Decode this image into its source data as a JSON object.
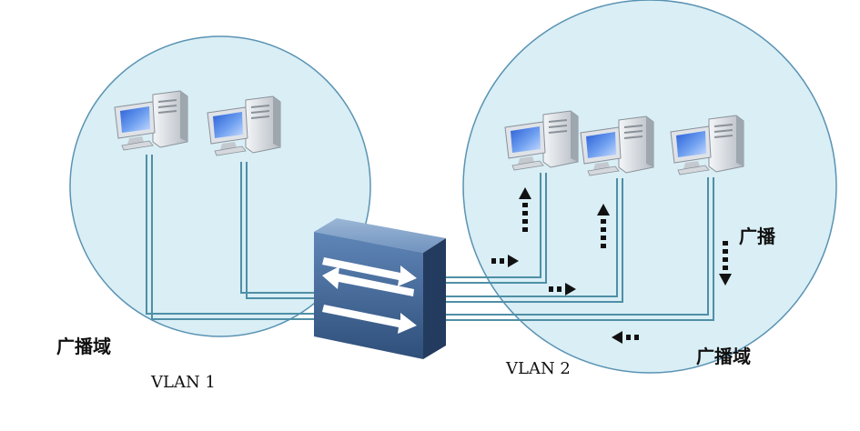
{
  "diagram": {
    "labels": {
      "broadcast_domain_left": "广播域",
      "broadcast_domain_right": "广播域",
      "broadcast": "广播",
      "vlan1": "VLAN 1",
      "vlan2": "VLAN 2"
    },
    "icons": {
      "computer": "desktop-computer-icon",
      "switch": "layer2-switch-icon"
    },
    "colors": {
      "circle_fill": "#d9eef5",
      "circle_stroke": "#5a93b3",
      "link": "#4f8fa6",
      "switch_body": "#3c5d8a",
      "arrow": "#111111"
    }
  }
}
